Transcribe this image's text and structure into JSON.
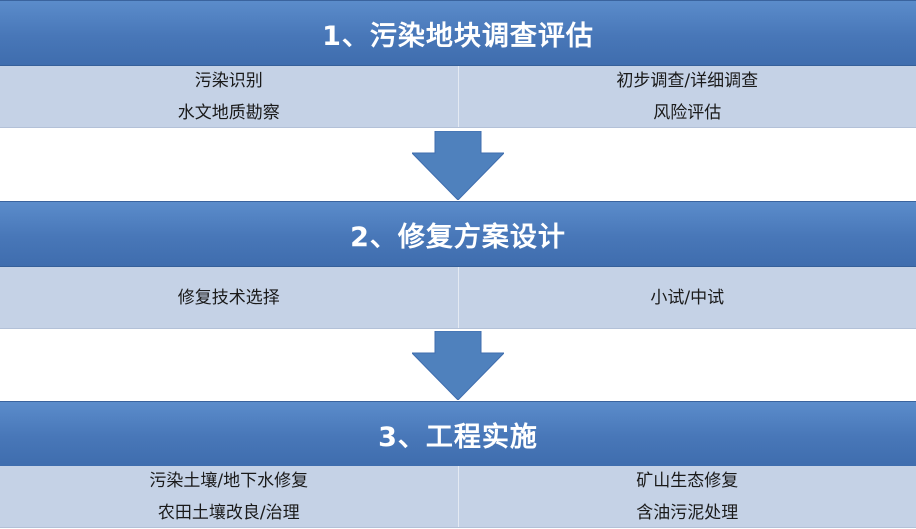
{
  "colors": {
    "header_bg": "#4a7bbd",
    "detail_bg": "#c5d2e6",
    "arrow": "#4f81bd"
  },
  "stages": [
    {
      "title": "1、污染地块调查评估",
      "left": [
        "污染识别",
        "水文地质勘察"
      ],
      "right": [
        "初步调查/详细调查",
        "风险评估"
      ]
    },
    {
      "title": "2、修复方案设计",
      "left": [
        "修复技术选择"
      ],
      "right": [
        "小试/中试"
      ]
    },
    {
      "title": "3、工程实施",
      "left": [
        "污染土壤/地下水修复",
        "农田土壤改良/治理"
      ],
      "right": [
        "矿山生态修复",
        "含油污泥处理"
      ]
    }
  ]
}
